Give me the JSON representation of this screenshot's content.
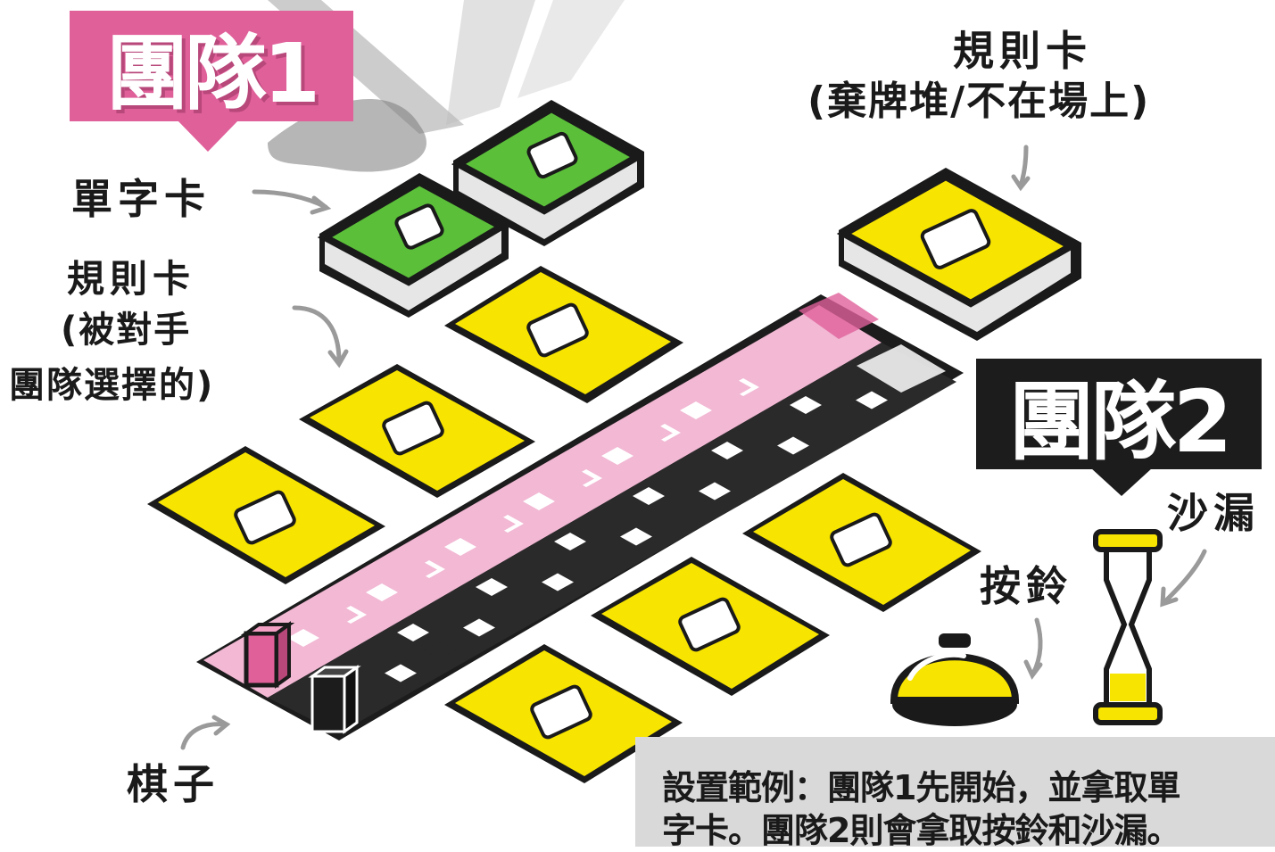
{
  "team1": {
    "label": "團隊1",
    "color": "#e0609a"
  },
  "team2": {
    "label": "團隊2",
    "color": "#1c1c1c"
  },
  "labels": {
    "word_cards": "單字卡",
    "rule_cards_discard_line1": "規則卡",
    "rule_cards_discard_line2": "(棄牌堆/不在場上)",
    "rule_cards_chosen_line1": "規則卡",
    "rule_cards_chosen_line2": "(被對手",
    "rule_cards_chosen_line3": "團隊選擇的)",
    "hourglass": "沙漏",
    "buzzer": "按鈴",
    "pawns": "棋子"
  },
  "caption": {
    "line1": "設置範例：團隊1先開始，並拿取單",
    "line2": "字卡。團隊2則會拿取按鈴和沙漏。"
  },
  "colors": {
    "card_yellow": "#f7e400",
    "word_card_green": "#5bbf3a",
    "track_pink": "#f2b8d4",
    "track_black": "#1c1c1c",
    "outline": "#1a1a1a"
  },
  "icons": [
    "rule-card-logo-icon",
    "word-card-logo-icon",
    "buzzer-icon",
    "hourglass-icon",
    "pink-pawn-icon",
    "black-pawn-icon",
    "arrow-icon"
  ]
}
